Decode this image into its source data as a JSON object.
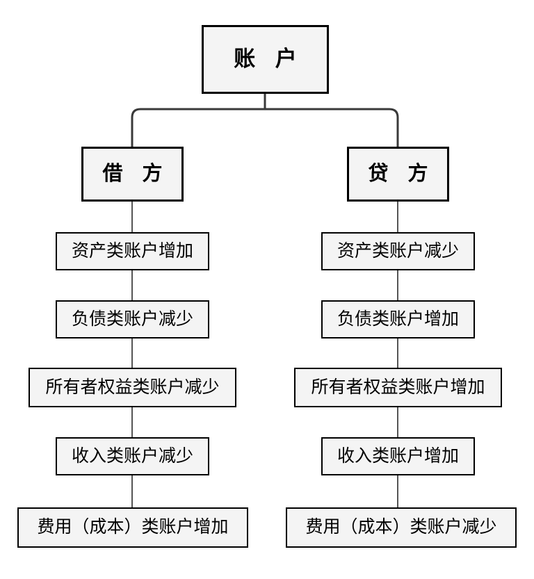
{
  "diagram": {
    "title_node": {
      "label": "账 户",
      "meaning": "Account"
    },
    "branches": [
      {
        "key": "debit",
        "header": {
          "label": "借 方",
          "meaning": "Debit"
        },
        "items": [
          {
            "label": "资产类账户增加"
          },
          {
            "label": "负债类账户减少"
          },
          {
            "label": "所有者权益类账户减少"
          },
          {
            "label": "收入类账户减少"
          },
          {
            "label": "费用（成本）类账户增加"
          }
        ]
      },
      {
        "key": "credit",
        "header": {
          "label": "贷 方",
          "meaning": "Credit"
        },
        "items": [
          {
            "label": "资产类账户减少"
          },
          {
            "label": "负债类账户增加"
          },
          {
            "label": "所有者权益类账户增加"
          },
          {
            "label": "收入类账户增加"
          },
          {
            "label": "费用（成本）类账户减少"
          }
        ]
      }
    ],
    "style": {
      "box_fill": "#f4f4f4",
      "box_border": "#000000",
      "connector": "#3a3a3a",
      "background": "#ffffff",
      "text": "#000000"
    }
  }
}
